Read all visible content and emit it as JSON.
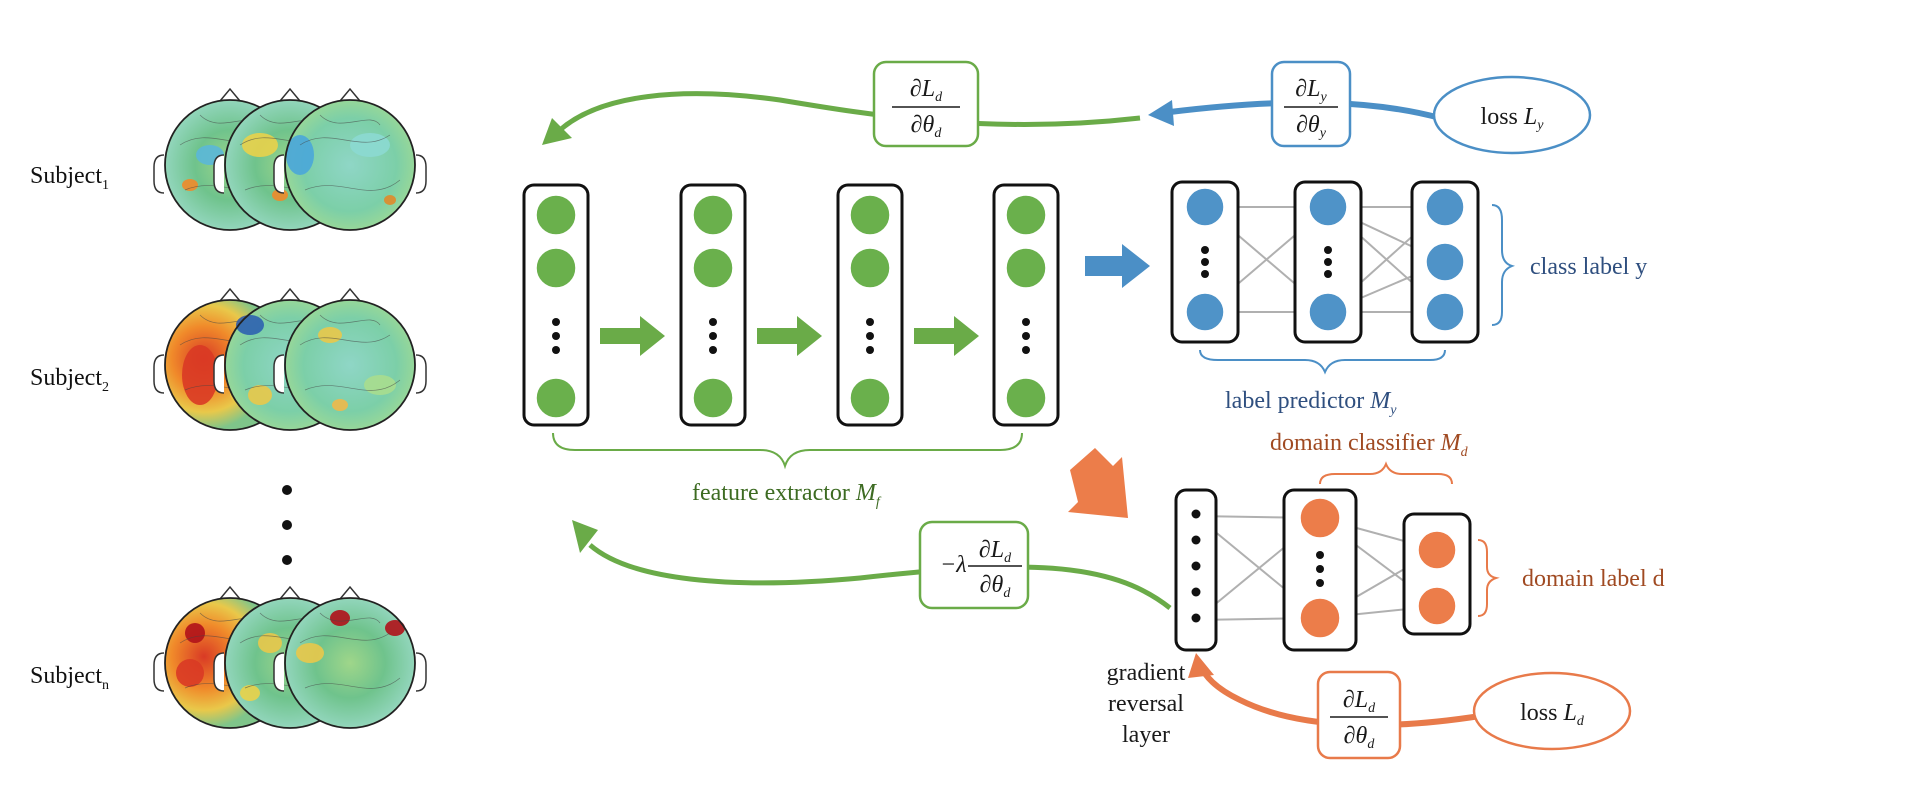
{
  "colors": {
    "green": "#6aab48",
    "green_node": "#6ab04c",
    "blue": "#4b8fc6",
    "blue_node": "#4f93c8",
    "orange": "#e87a4a",
    "orange_node": "#ec7d4a",
    "grey_link": "#b0b0b0",
    "text_dark": "#1a1a1a",
    "text_green": "#3d6b22",
    "text_blue": "#2f4f7f",
    "text_orange": "#a04a22"
  },
  "subjects": [
    {
      "base": "Subject",
      "subscript": "1"
    },
    {
      "base": "Subject",
      "subscript": "2"
    },
    {
      "base": "Subject",
      "subscript": "n"
    }
  ],
  "feature_extractor": {
    "label": "feature extractor ",
    "symbol": "M",
    "subscript": "f"
  },
  "label_predictor": {
    "label": "label predictor ",
    "symbol": "M",
    "subscript": "y"
  },
  "domain_classifier": {
    "label": "domain classifier ",
    "symbol": "M",
    "subscript": "d"
  },
  "class_label": "class label y",
  "domain_label": "domain label d",
  "gradient_reversal": [
    "gradient",
    "reversal",
    "layer"
  ],
  "loss_y": {
    "text": "loss ",
    "symbol": "L",
    "subscript": "y"
  },
  "loss_d": {
    "text": "loss ",
    "symbol": "L",
    "subscript": "d"
  },
  "grad_top_green": {
    "num": "∂L",
    "num_sub": "d",
    "den": "∂θ",
    "den_sub": "d"
  },
  "grad_top_blue": {
    "num": "∂L",
    "num_sub": "y",
    "den": "∂θ",
    "den_sub": "y"
  },
  "grad_bottom_green": {
    "prefix": "−λ",
    "num": "∂L",
    "num_sub": "d",
    "den": "∂θ",
    "den_sub": "d"
  },
  "grad_bottom_orange": {
    "num": "∂L",
    "num_sub": "d",
    "den": "∂θ",
    "den_sub": "d"
  }
}
